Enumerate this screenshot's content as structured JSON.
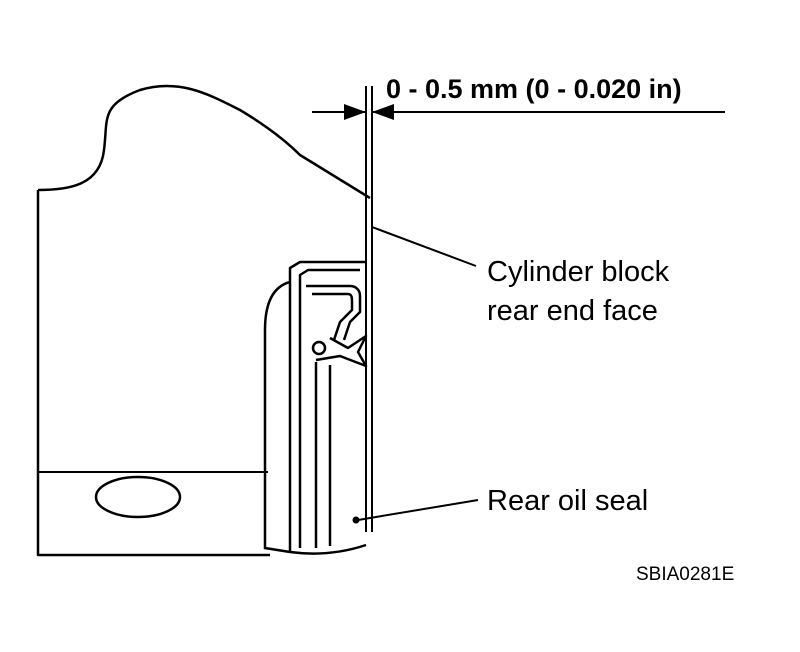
{
  "dimension": {
    "text": "0 - 0.5 mm (0 - 0.020 in)"
  },
  "callouts": {
    "face_line1": "Cylinder block",
    "face_line2": "rear end face",
    "seal": "Rear oil seal"
  },
  "figure_code": "SBIA0281E",
  "colors": {
    "ink": "#000000",
    "paper": "#ffffff"
  }
}
